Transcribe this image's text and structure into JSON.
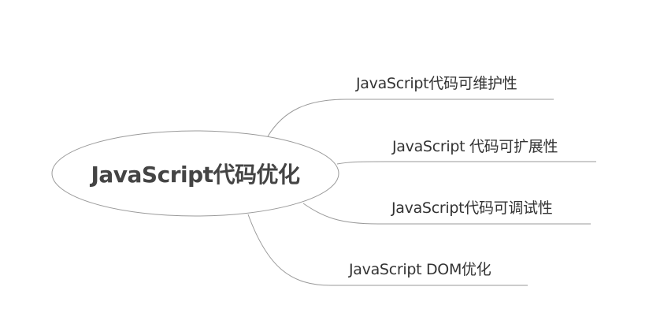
{
  "root": {
    "label": "JavaScript代码优化"
  },
  "branches": [
    {
      "label": "JavaScript代码可维护性"
    },
    {
      "label": "JavaScript 代码可扩展性"
    },
    {
      "label": "JavaScript代码可调试性"
    },
    {
      "label": "JavaScript DOM优化"
    }
  ],
  "colors": {
    "line": "#9a9a9a",
    "text": "#333333"
  }
}
